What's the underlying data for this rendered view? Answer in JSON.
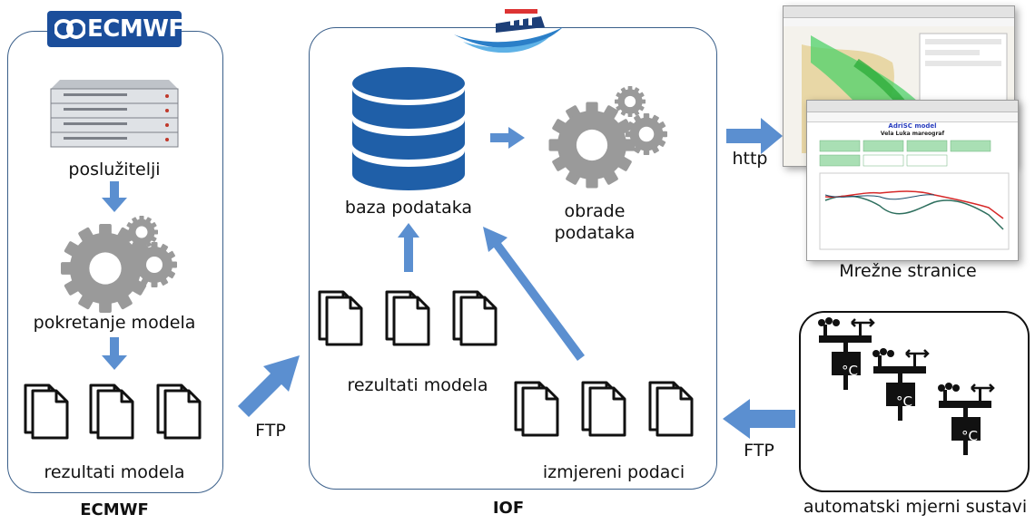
{
  "ecmwf": {
    "logo_text": "ECMWF",
    "servers_label": "poslužitelji",
    "run_label": "pokretanje modela",
    "results_label": "rezultati modela",
    "caption": "ECMWF"
  },
  "iof": {
    "database_label": "baza podataka",
    "processing_label_line1": "obrade",
    "processing_label_line2": "podataka",
    "model_results_label": "rezultati modela",
    "measured_label": "izmjereni podaci",
    "caption": "IOF"
  },
  "web": {
    "http_label": "http",
    "pages_label": "Mrežne stranice",
    "site_title": "AdriSC model",
    "site_subtitle": "Vela Luka mareograf"
  },
  "stations": {
    "caption": "automatski mjerni sustavi",
    "unit": "°C"
  },
  "transfers": {
    "ftp_left": "FTP",
    "ftp_right": "FTP"
  },
  "colors": {
    "arrow": "#5b8fd0",
    "panel_border": "#3a5f8a",
    "db": "#1f5fa8",
    "gear": "#9a9a9a"
  }
}
